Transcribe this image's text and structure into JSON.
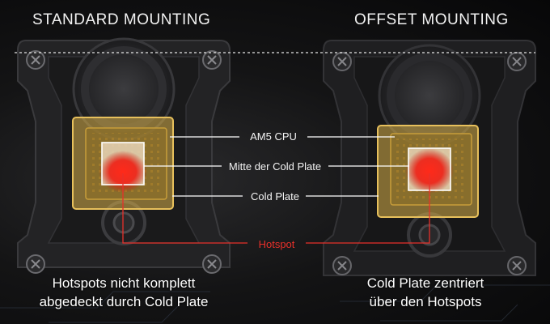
{
  "diagram": {
    "left_title": "STANDARD MOUNTING",
    "right_title": "OFFSET MOUNTING",
    "labels": {
      "cpu": "AM5 CPU",
      "cold_plate_center": "Mitte der Cold Plate",
      "cold_plate": "Cold Plate",
      "hotspot": "Hotspot"
    },
    "left_caption": [
      "Hotspots nicht komplett",
      "abgedeckt durch Cold Plate"
    ],
    "right_caption": [
      "Cold Plate zentriert",
      "über den Hotspots"
    ]
  },
  "colors": {
    "hotspot": "#e8302a",
    "cold_plate": "#d9b04a",
    "callout_line": "#ffffff",
    "background": "#111112"
  }
}
